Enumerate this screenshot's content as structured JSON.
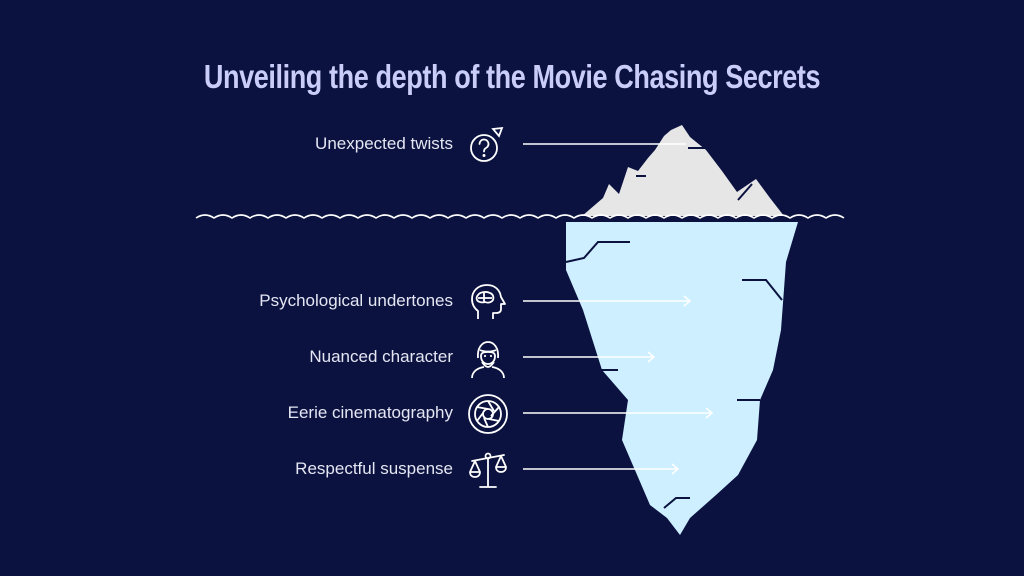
{
  "title": "Unveiling the depth of the Movie Chasing Secrets",
  "colors": {
    "background": "#0b1240",
    "title": "#c9cdf8",
    "ice_above": "#e6e6e6",
    "ice_below": "#cdefff",
    "lines": "#ffffff"
  },
  "above_water": [
    {
      "label": "Unexpected twists",
      "icon": "question-mark-icon"
    }
  ],
  "below_water": [
    {
      "label": "Psychological undertones",
      "icon": "head-brain-icon"
    },
    {
      "label": "Nuanced character",
      "icon": "masked-person-icon"
    },
    {
      "label": "Eerie cinematography",
      "icon": "camera-aperture-icon"
    },
    {
      "label": "Respectful suspense",
      "icon": "balance-scale-icon"
    }
  ]
}
